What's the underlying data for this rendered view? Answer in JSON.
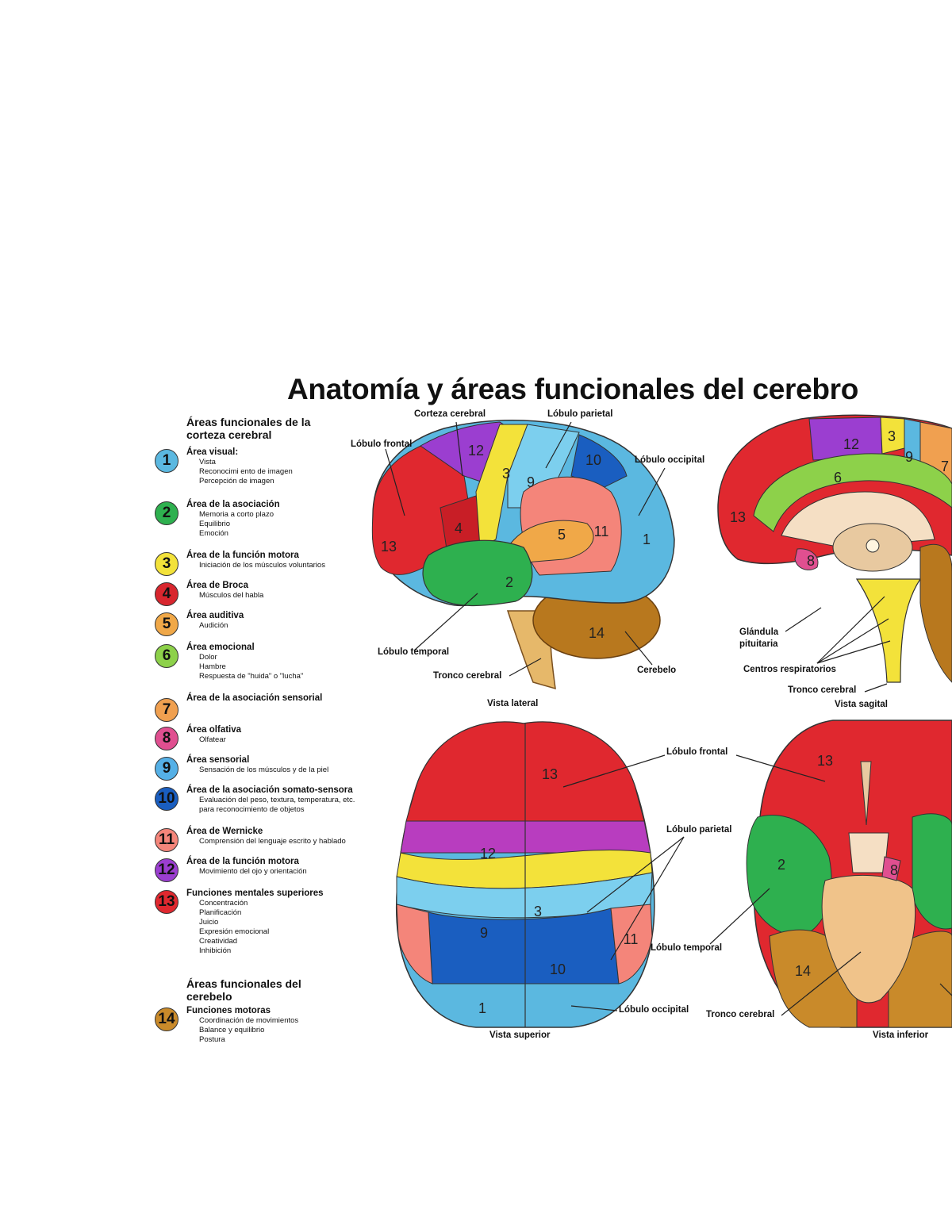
{
  "title": "Anatomía y áreas funcionales del cerebro",
  "legend": {
    "cortex_heading": "Áreas funcionales de la corteza cerebral",
    "cerebellum_heading": "Áreas funcionales del cerebelo",
    "items": [
      {
        "num": "1",
        "name": "Área visual:",
        "color": "#5bb8e0",
        "lines": [
          "Vista",
          "Reconocimi ento de imagen",
          "Percepción de imagen"
        ]
      },
      {
        "num": "2",
        "name": "Área de la asociación",
        "color": "#2eb04f",
        "lines": [
          "Memoria a corto plazo",
          "Equilibrio",
          "Emoción"
        ]
      },
      {
        "num": "3",
        "name": "Área de la función motora",
        "color": "#f3e23a",
        "lines": [
          "Iniciación de los músculos voluntarios"
        ]
      },
      {
        "num": "4",
        "name": "Área de Broca",
        "color": "#d8262e",
        "lines": [
          "Músculos del habla"
        ]
      },
      {
        "num": "5",
        "name": "Área auditiva",
        "color": "#f0a848",
        "lines": [
          "Audición"
        ]
      },
      {
        "num": "6",
        "name": "Área emocional",
        "color": "#8dd14a",
        "lines": [
          "Dolor",
          "Hambre",
          "Respuesta de \"huida\" o \"lucha\""
        ]
      },
      {
        "num": "7",
        "name": "Área de la asociación sensorial",
        "color": "#f0a050",
        "lines": []
      },
      {
        "num": "8",
        "name": "Área olfativa",
        "color": "#e04f90",
        "lines": [
          "Olfatear"
        ]
      },
      {
        "num": "9",
        "name": "Área sensorial",
        "color": "#55b0e6",
        "lines": [
          "Sensación de los músculos y de la piel"
        ]
      },
      {
        "num": "10",
        "name": "Área de la asociación somato-sensora",
        "color": "#1a5ec0",
        "lines": [
          "Evaluación del peso, textura, temperatura, etc.",
          "para reconocimiento de objetos"
        ]
      },
      {
        "num": "11",
        "name": "Área de Wernicke",
        "color": "#f4857a",
        "lines": [
          "Comprensión del lenguaje escrito y hablado"
        ]
      },
      {
        "num": "12",
        "name": "Área de la función motora",
        "color": "#9b3ed0",
        "lines": [
          "Movimiento del ojo y orientación"
        ]
      },
      {
        "num": "13",
        "name": "Funciones mentales superiores",
        "color": "#e0282f",
        "lines": [
          "Concentración",
          "Planificación",
          "Juicio",
          "Expresión emocional",
          "Creatividad",
          "Inhibición"
        ]
      },
      {
        "num": "14",
        "name": "Funciones motoras",
        "color": "#c98a2a",
        "lines": [
          "Coordinación de movimientos",
          "Balance y equilibrio",
          "Postura"
        ]
      }
    ]
  },
  "lateral_view": {
    "caption": "Vista lateral",
    "labels": {
      "corteza": "Corteza cerebral",
      "parietal": "Lóbulo parietal",
      "frontal": "Lóbulo frontal",
      "occipital": "Lóbulo occipital",
      "temporal": "Lóbulo temporal",
      "tronco": "Tronco cerebral",
      "cerebelo": "Cerebelo"
    }
  },
  "sagittal_view": {
    "caption": "Vista sagital",
    "labels": {
      "pituitaria": "Glándula pituitaria",
      "respiratorios": "Centros respiratorios",
      "tronco": "Tronco cerebral"
    }
  },
  "superior_view": {
    "caption": "Vista superior",
    "labels": {
      "frontal": "Lóbulo frontal",
      "parietal": "Lóbulo parietal",
      "occipital": "Lóbulo occipital"
    }
  },
  "inferior_view": {
    "caption": "Vista inferior",
    "labels": {
      "temporal": "Lóbulo temporal",
      "tronco": "Tronco cerebral"
    }
  }
}
